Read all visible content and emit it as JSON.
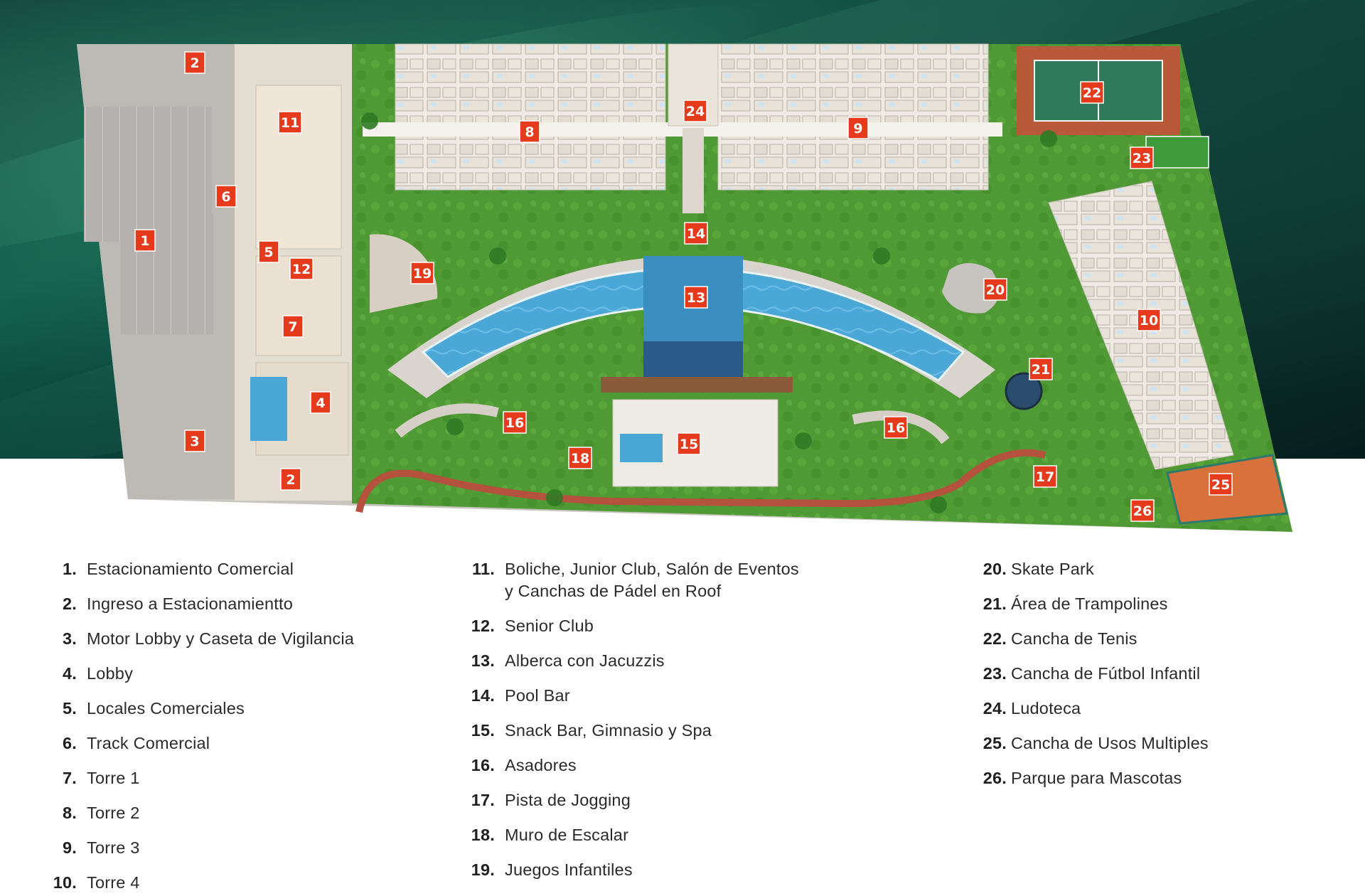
{
  "colors": {
    "marker": "#e63a1c",
    "grass": "#4f9a34",
    "pool": "#4aa7d6",
    "paving": "#cfcac4",
    "jogging_track": "#b4523e",
    "tennis_clay": "#b85a3a",
    "tennis_court": "#2f7a5a",
    "building": "#eee9e2"
  },
  "markers": [
    {
      "label": "1"
    },
    {
      "label": "2"
    },
    {
      "label": "2"
    },
    {
      "label": "3"
    },
    {
      "label": "4"
    },
    {
      "label": "5"
    },
    {
      "label": "6"
    },
    {
      "label": "7"
    },
    {
      "label": "8"
    },
    {
      "label": "9"
    },
    {
      "label": "10"
    },
    {
      "label": "11"
    },
    {
      "label": "12"
    },
    {
      "label": "13"
    },
    {
      "label": "14"
    },
    {
      "label": "15"
    },
    {
      "label": "16"
    },
    {
      "label": "16"
    },
    {
      "label": "17"
    },
    {
      "label": "18"
    },
    {
      "label": "19"
    },
    {
      "label": "20"
    },
    {
      "label": "21"
    },
    {
      "label": "22"
    },
    {
      "label": "23"
    },
    {
      "label": "24"
    },
    {
      "label": "25"
    },
    {
      "label": "26"
    }
  ],
  "legend": {
    "col1": [
      {
        "num": "1.",
        "text": "Estacionamiento Comercial"
      },
      {
        "num": "2.",
        "text": "Ingreso a Estacionamientto"
      },
      {
        "num": "3.",
        "text": "Motor Lobby y Caseta de Vigilancia"
      },
      {
        "num": "4.",
        "text": "Lobby"
      },
      {
        "num": "5.",
        "text": "Locales Comerciales"
      },
      {
        "num": "6.",
        "text": "Track Comercial"
      },
      {
        "num": "7.",
        "text": "Torre 1"
      },
      {
        "num": "8.",
        "text": "Torre 2"
      },
      {
        "num": "9.",
        "text": "Torre 3"
      },
      {
        "num": "10.",
        "text": "Torre 4"
      }
    ],
    "col2": [
      {
        "num": "11.",
        "text": "Boliche, Junior Club, Salón de Eventos\ny Canchas de Pádel en Roof"
      },
      {
        "num": "12.",
        "text": "Senior Club"
      },
      {
        "num": "13.",
        "text": "Alberca con Jacuzzis"
      },
      {
        "num": "14.",
        "text": "Pool Bar"
      },
      {
        "num": "15.",
        "text": "Snack Bar, Gimnasio y Spa"
      },
      {
        "num": "16.",
        "text": "Asadores"
      },
      {
        "num": "17.",
        "text": "Pista de Jogging"
      },
      {
        "num": "18.",
        "text": "Muro de Escalar"
      },
      {
        "num": "19.",
        "text": "Juegos Infantiles"
      }
    ],
    "col3": [
      {
        "num": "20.",
        "text": "Skate Park"
      },
      {
        "num": "21.",
        "text": "Área de Trampolines"
      },
      {
        "num": "22.",
        "text": "Cancha de Tenis"
      },
      {
        "num": "23.",
        "text": "Cancha de Fútbol Infantil"
      },
      {
        "num": "24.",
        "text": "Ludoteca"
      },
      {
        "num": "25.",
        "text": "Cancha de Usos Multiples"
      },
      {
        "num": "26.",
        "text": "Parque para Mascotas"
      }
    ]
  }
}
